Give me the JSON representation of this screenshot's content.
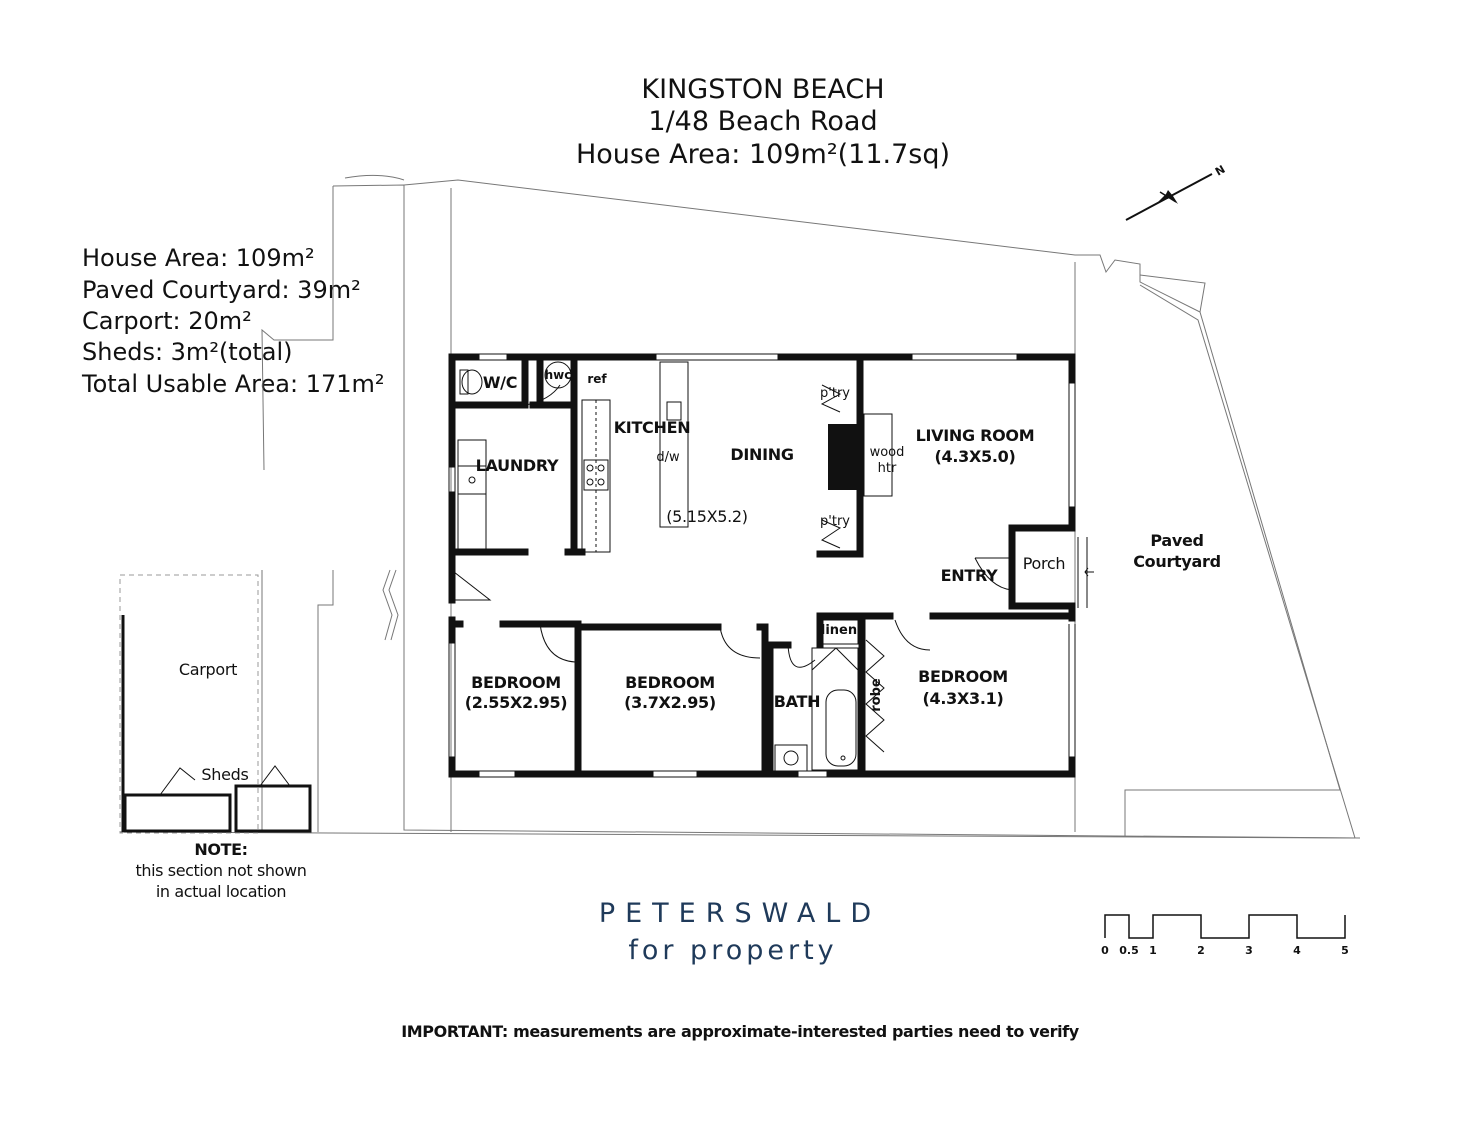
{
  "header": {
    "line1": "KINGSTON BEACH",
    "line2": "1/48 Beach Road",
    "line3": "House Area: 109m²(11.7sq)"
  },
  "areas": [
    "House Area: 109m²",
    "Paved Courtyard: 39m²",
    "Carport: 20m²",
    "Sheds: 3m²(total)",
    "Total Usable Area: 171m²"
  ],
  "rooms": {
    "wc": "W/C",
    "hwc": "hwc",
    "ref": "ref",
    "kitchen": "KITCHEN",
    "dw": "d/w",
    "dining": "DINING",
    "kitchen_dim": "(5.15X5.2)",
    "laundry": "LAUNDRY",
    "pantry_top": "p'try",
    "pantry_bottom": "p'try",
    "wood_htr_1": "wood",
    "wood_htr_2": "htr",
    "living": "LIVING ROOM",
    "living_dim": "(4.3X5.0)",
    "entry": "ENTRY",
    "porch": "Porch",
    "courtyard_1": "Paved",
    "courtyard_2": "Courtyard",
    "linen": "linen",
    "bed1": "BEDROOM",
    "bed1_dim": "(2.55X2.95)",
    "bed2": "BEDROOM",
    "bed2_dim": "(3.7X2.95)",
    "bath": "BATH",
    "robe": "robe",
    "bed3": "BEDROOM",
    "bed3_dim": "(4.3X3.1)",
    "carport": "Carport",
    "sheds": "Sheds"
  },
  "note": {
    "heading": "NOTE:",
    "line1": "this section not shown",
    "line2": "in actual location"
  },
  "compass": {
    "label": "N"
  },
  "brand": {
    "name": "PETERSWALD",
    "tagline": "for property",
    "color": "#1f3a5a"
  },
  "scale": {
    "labels": [
      "0",
      "0.5",
      "1",
      "2",
      "3",
      "4",
      "5"
    ]
  },
  "disclaimer": "IMPORTANT: measurements are approximate-interested parties need to verify"
}
